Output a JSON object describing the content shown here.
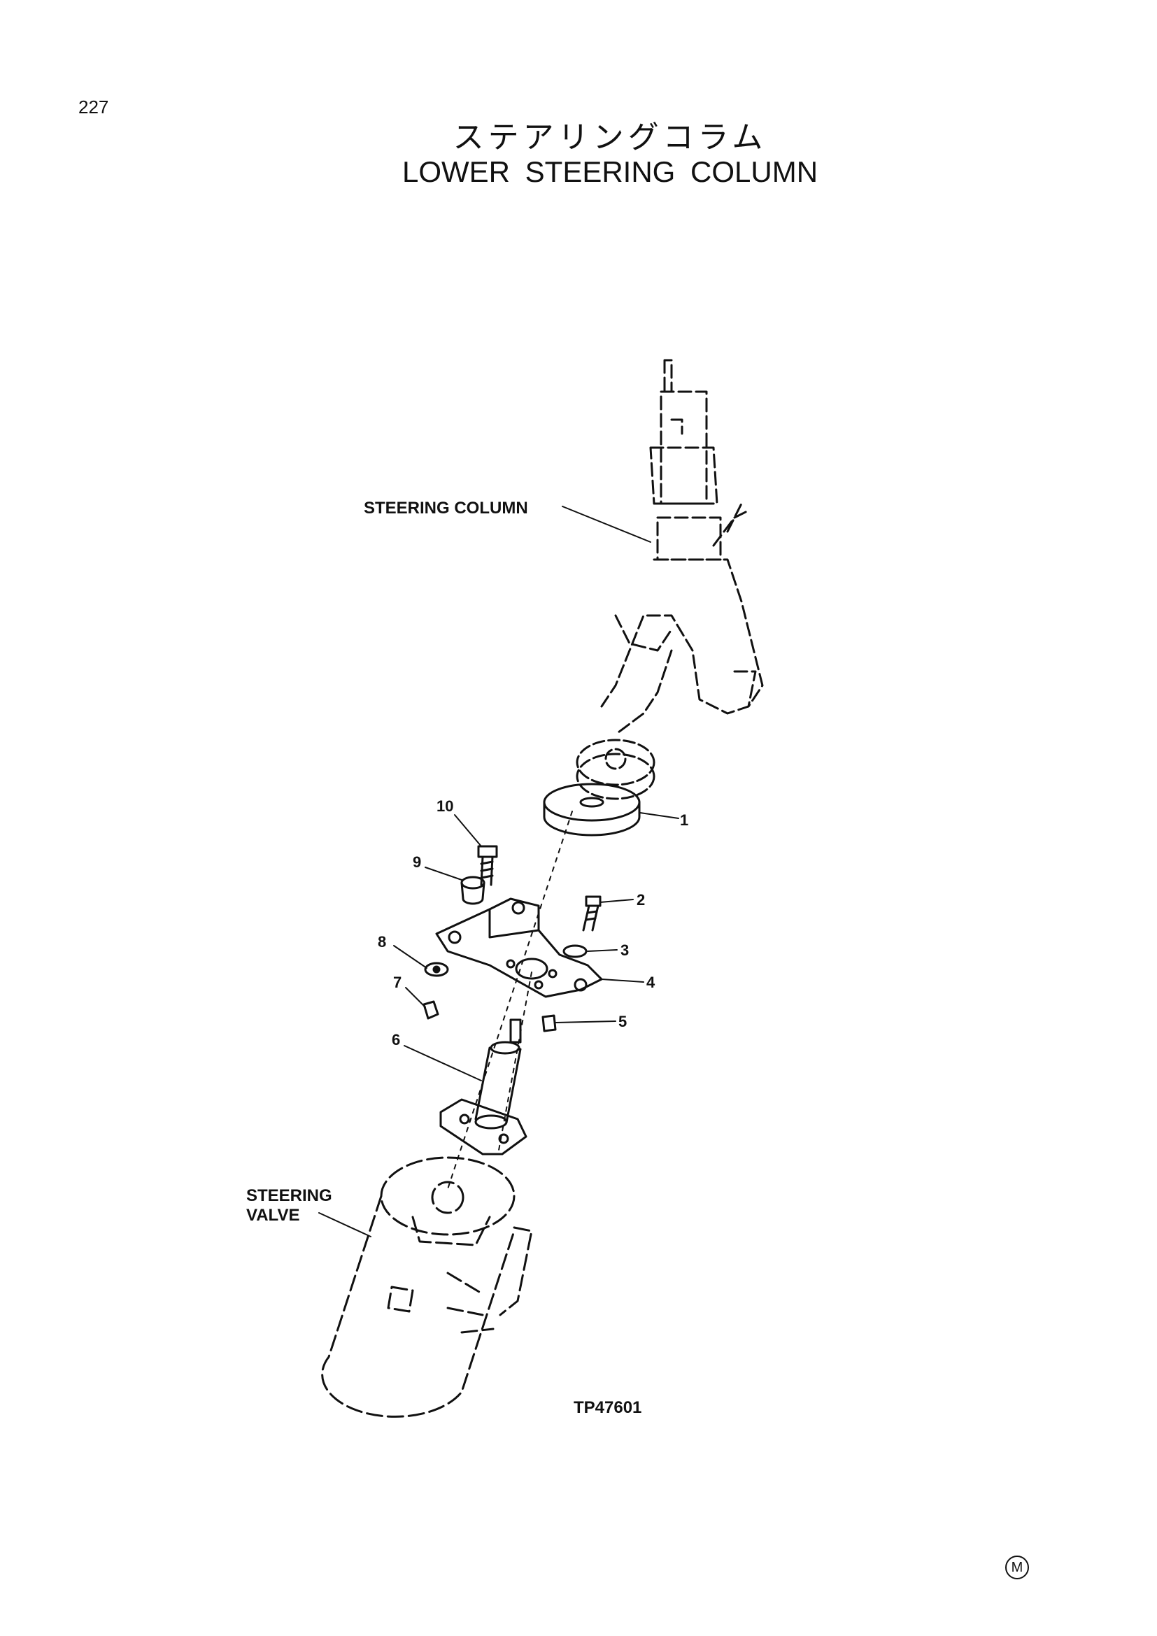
{
  "page_number": "227",
  "title_japanese": "ステアリングコラム",
  "title_english": "LOWER  STEERING  COLUMN",
  "labels": {
    "steering_column": "STEERING COLUMN",
    "steering_valve_line1": "STEERING",
    "steering_valve_line2": "VALVE",
    "figure_code": "TP47601"
  },
  "callouts": [
    "1",
    "2",
    "3",
    "4",
    "5",
    "6",
    "7",
    "8",
    "9",
    "10"
  ],
  "footer_mark": "M"
}
